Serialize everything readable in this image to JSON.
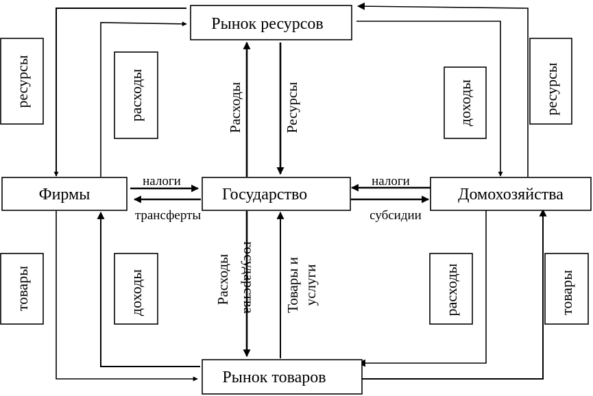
{
  "nodes": {
    "resource_market": "Рынок ресурсов",
    "firms": "Фирмы",
    "state": "Государство",
    "households": "Домохозяйства",
    "goods_market": "Рынок товаров"
  },
  "side_labels": {
    "resources_left": "ресурсы",
    "expenses_left": "расходы",
    "income_right": "доходы",
    "resources_right": "ресурсы",
    "goods_left": "товары",
    "income_left": "доходы",
    "expenses_right": "расходы",
    "goods_right": "товары"
  },
  "flow_labels": {
    "taxes_firms": "налоги",
    "transfers": "трансферты",
    "taxes_households": "налоги",
    "subsidies": "субсидии",
    "state_expenses": "Расходы",
    "state_resources": "Ресурсы",
    "gov_spending_line1": "Расходы",
    "gov_spending_line2": "государства",
    "goods_services_line1": "Товары и",
    "goods_services_line2": "услуги"
  }
}
